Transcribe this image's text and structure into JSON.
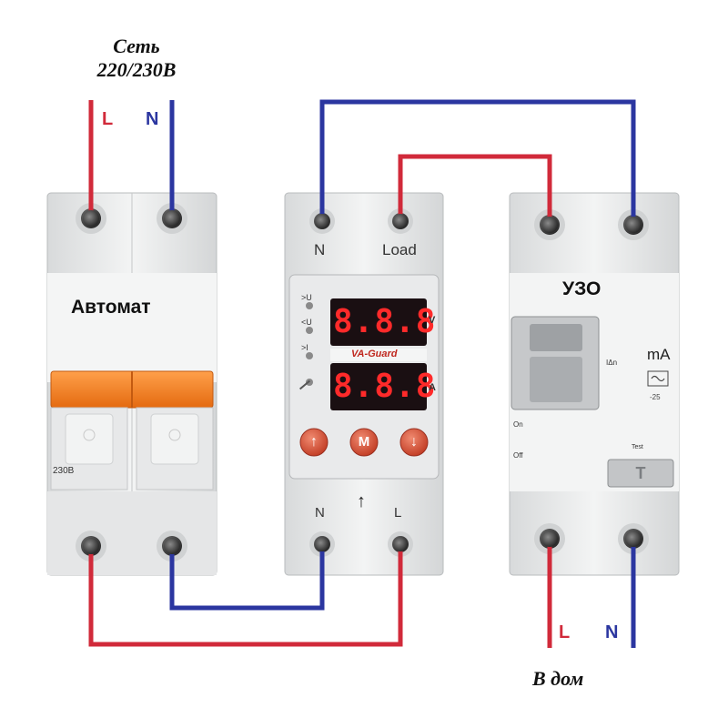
{
  "source": {
    "title_line1": "Сеть",
    "title_line2": "220/230В",
    "L": "L",
    "N": "N"
  },
  "breaker": {
    "label": "Автомат",
    "rating": "230B"
  },
  "relay": {
    "top_n": "N",
    "top_load": "Load",
    "brand": "VA-Guard",
    "volt_display": "8.8.8",
    "amp_display": "8.8.8",
    "volt_unit": "V",
    "amp_unit": "A",
    "ind_over_u": ">U",
    "ind_under_u": "<U",
    "ind_over_i": ">I",
    "btn_up": "↑",
    "btn_m": "M",
    "btn_down": "↓",
    "bottom_n": "N",
    "bottom_l": "L",
    "arrow": "↑"
  },
  "rcd": {
    "label": "УЗО",
    "unit": "mA",
    "idn": "IΔn",
    "on": "On",
    "off": "Off",
    "test": "Test",
    "test_btn": "T",
    "temp": "-25"
  },
  "output": {
    "title": "В дом",
    "L": "L",
    "N": "N"
  },
  "colors": {
    "phase": "#d12a3a",
    "neutral": "#2b36a0",
    "breaker_handle": "#f07b1c",
    "device_body": "#eceded",
    "display": "#1a0f12",
    "led": "#ff2a2a",
    "relay_button": "#e0583c"
  }
}
